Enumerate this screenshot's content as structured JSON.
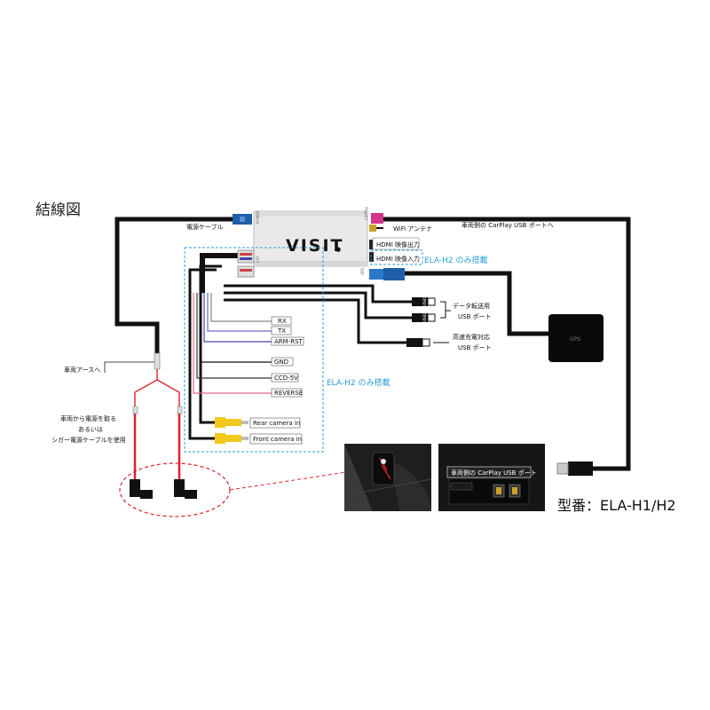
{
  "title": "結線図",
  "model": "型番：ELA-H1/H2",
  "device": {
    "brand": "VISIT",
    "brand_mark": "●"
  },
  "port_labels": {
    "power": "POWER",
    "carplay": "CarPlay",
    "gps": "GPS",
    "ext": "EXT",
    "usb1": "USB1",
    "usb2": "USB2"
  },
  "labels": {
    "power_cable": "電源ケーブル",
    "wifi_antenna": "WiFi アンテナ",
    "hdmi_out": "HDMI 映像出力",
    "hdmi_in": "HDMI 映像入力",
    "ela_h2_top": "ELA-H2 のみ搭載",
    "ela_h2_side": "ELA-H2 のみ搭載",
    "carplay_usb": "車両側の CarPlay USB ポートへ",
    "data_usb_line1": "データ転送用",
    "data_usb_line2": "USB ポート",
    "fast_usb_line1": "高速充電対応",
    "fast_usb_line2": "USB ポート",
    "vehicle_ground": "車両アースへ",
    "power_from_line1": "車両から電源を取る",
    "power_from_line2": "あるいは",
    "power_from_line3": "シガー電源ケーブルを使用",
    "gps_box": "GPS",
    "photo_carplay_port": "車両側の CarPlay USB ポート"
  },
  "wire_labels": [
    "RX",
    "TX",
    "ARM-RST",
    "GND",
    "CCD-5V",
    "REVERSE"
  ],
  "camera_labels": [
    "Rear camera in",
    "Front camera in"
  ],
  "colors": {
    "cable": "#111111",
    "fuse_wire": "#d9232e",
    "dashed_blue": "#2a9fd6",
    "dashed_red": "#d9232e",
    "connector_blue": "#1f5fa8",
    "connector_pink": "#d6338a",
    "rca_yellow": "#f2c81d",
    "device_body": "#e9e9e9"
  }
}
